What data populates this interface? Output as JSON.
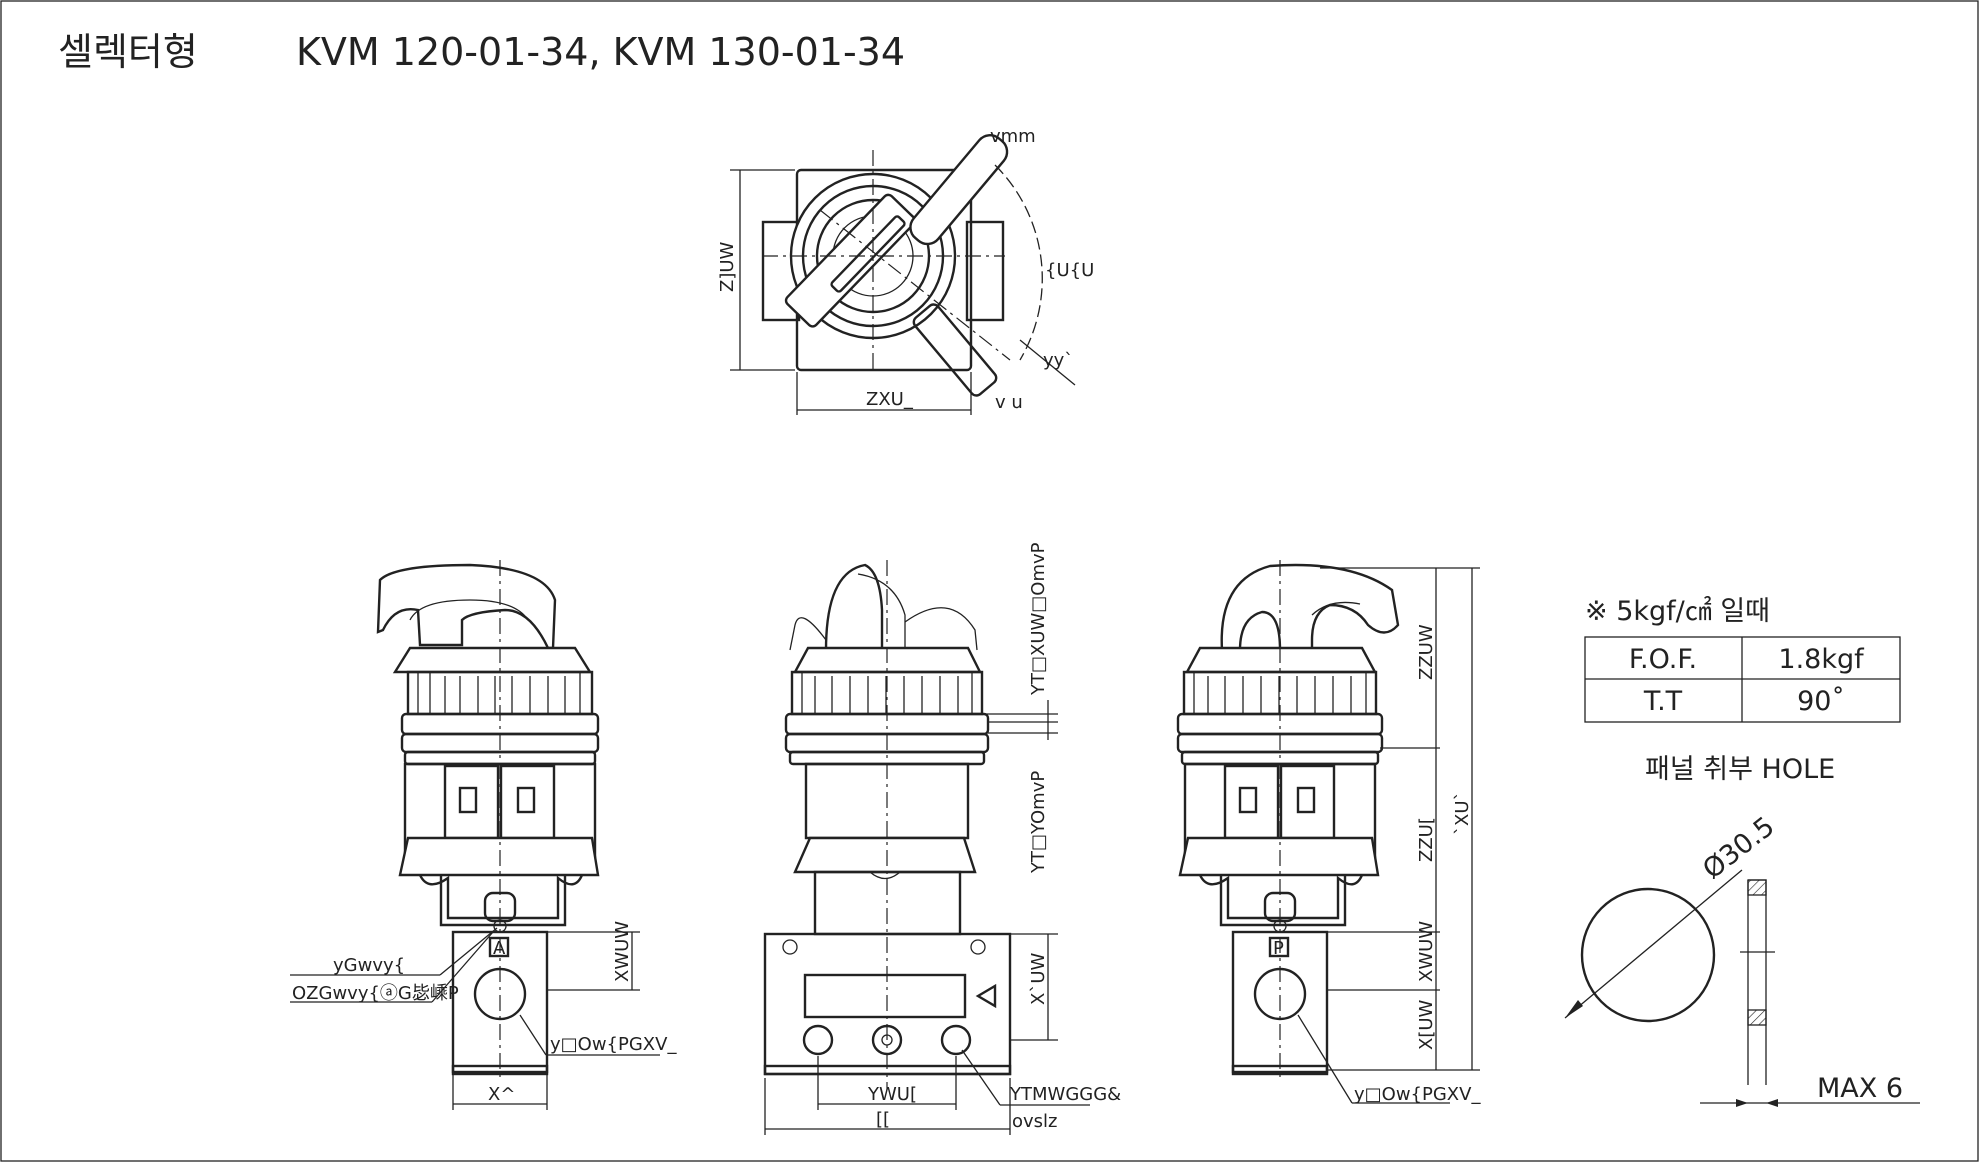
{
  "header": {
    "type_label": "셀렉터형",
    "model_title": "KVM 120-01-34, KVM 130-01-34"
  },
  "top_view": {
    "label_angle_top": "vmm",
    "label_mid_right": "{U{U",
    "label_small_right": "yy`",
    "label_bottom_right": "v u",
    "dim_height": "Z]UW",
    "dim_width": "ZXU_"
  },
  "left_view": {
    "port_letter": "A",
    "dim_port_height": "XWUW",
    "callout_1": "yGwvy{",
    "callout_2": "OZGwvy{ⓐG毖嵊P",
    "callout_3": "y□Ow{PGXV_",
    "dim_bottom": "X^"
  },
  "middle_view": {
    "dim_stroke_1": "YT□XUW□OmvP",
    "dim_stroke_2": "YT□YOmvP",
    "dim_body": "X`UW",
    "dim_holes": "YWU[",
    "dim_width": "[[",
    "callout_screw": "YTMWGGG&",
    "callout_screw_sub": "ovslz"
  },
  "right_view": {
    "port_letter": "P",
    "dim_cap": "ZZUW",
    "dim_body": "ZZU[",
    "dim_total": "`XU`",
    "dim_port_height": "XWUW",
    "dim_bottom": "X[UW",
    "callout": "y□Ow{PGXV_"
  },
  "spec": {
    "note": "※ 5kgf/㎠ 일때",
    "rows": [
      {
        "label": "F.O.F.",
        "value": "1.8kgf"
      },
      {
        "label": "T.T",
        "value": "90˚"
      }
    ]
  },
  "panel": {
    "title": "패널 취부 HOLE",
    "diameter_label": "Ø30.5",
    "max_label": "MAX 6"
  }
}
